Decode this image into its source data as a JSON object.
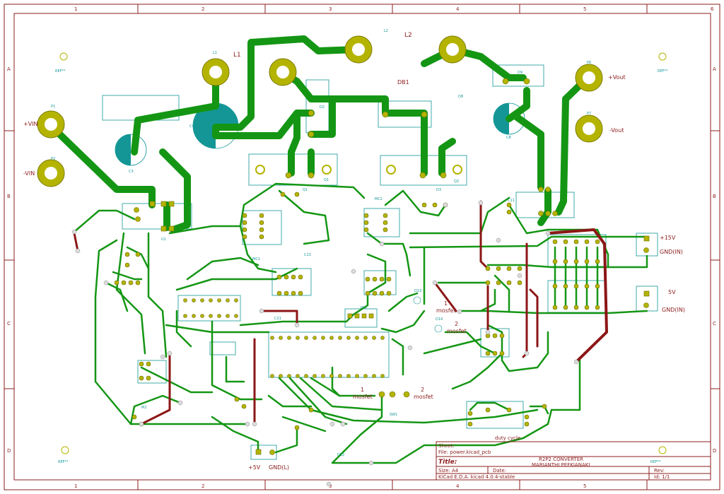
{
  "frame": {
    "col_labels": [
      "1",
      "2",
      "3",
      "4",
      "5",
      "6"
    ],
    "row_labels": [
      "A",
      "B",
      "C",
      "D"
    ]
  },
  "inductors": {
    "l1": "L1",
    "l2": "L2",
    "l2_small": "L2"
  },
  "connectors": {
    "p1": "P1",
    "p2": "P2",
    "p6": "P6",
    "p7": "P7",
    "vin_plus": "+VIN",
    "vin_minus": "-VIN",
    "vout_plus": "+Vout",
    "vout_minus": "-Vout",
    "plus15": "+15V",
    "gnd_in_1": "GND(IN)",
    "plus5": "5V",
    "gnd_in_2": "GND(IN)",
    "plus5_bottom": "+5V",
    "gnd_l": "GND(L)"
  },
  "components": {
    "db1": "DB1",
    "c4": "C4",
    "c3": "C3",
    "c8": "C8",
    "u1": "U1",
    "q1": "Q1",
    "q2": "Q2",
    "d3": "D3",
    "d9": "D9",
    "d2": "D2",
    "d8": "D8",
    "mc1": "MC1",
    "mc2": "MC2",
    "c13": "C13",
    "c21": "C21",
    "c11": "C11",
    "p12": "P12",
    "d13": "D13",
    "d14": "D14",
    "sw1": "SW1",
    "d12": "D12",
    "m2": "M2",
    "ref1": "REF**",
    "ref2": "REF**",
    "ref3": "REF**",
    "ref4": "REF**"
  },
  "annotations": {
    "mosfet1_num": "1",
    "mosfet1_word": "mosfet",
    "mosfet2_num": "2",
    "mosfet2_word": "mosfet",
    "mosfet1b_num": "1",
    "mosfet1b_word": "mosfet",
    "mosfet2b_num": "2",
    "mosfet2b_word": "mosfet",
    "duty_cycle": "duty cycle"
  },
  "title_block": {
    "sheet_label": "Sheet:",
    "file_label": "File: power.kicad_pcb",
    "title_label": "Title:",
    "title_line1": "R2P2 CONVERTER",
    "title_line2": "MARIANTHI PEFKIANAKI",
    "size_label": "Size: A4",
    "date_label": "Date:",
    "rev_label": "Rev:",
    "tool_label": "KiCad E.D.A.  kicad 4.0.4-stable",
    "id_label": "Id: 1/1"
  },
  "colors": {
    "copper": "#149614",
    "copper_back": "#8c1616",
    "pad": "#b4b400",
    "silkscreen": "#149696",
    "frame": "#8c1e1e"
  }
}
